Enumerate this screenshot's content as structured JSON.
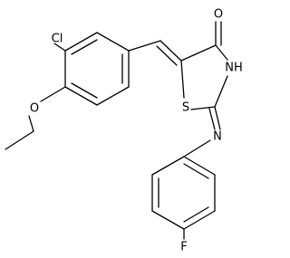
{
  "molecule": {
    "atom_labels": {
      "oxygen_carbonyl": "O",
      "nitrogen_amide": "NH",
      "sulfur": "S",
      "nitrogen_imine": "N",
      "chlorine": "Cl",
      "oxygen_ether": "O",
      "fluorine": "F"
    }
  },
  "colors": {
    "bond": "#000000",
    "background": "#ffffff",
    "text": "#000000"
  }
}
